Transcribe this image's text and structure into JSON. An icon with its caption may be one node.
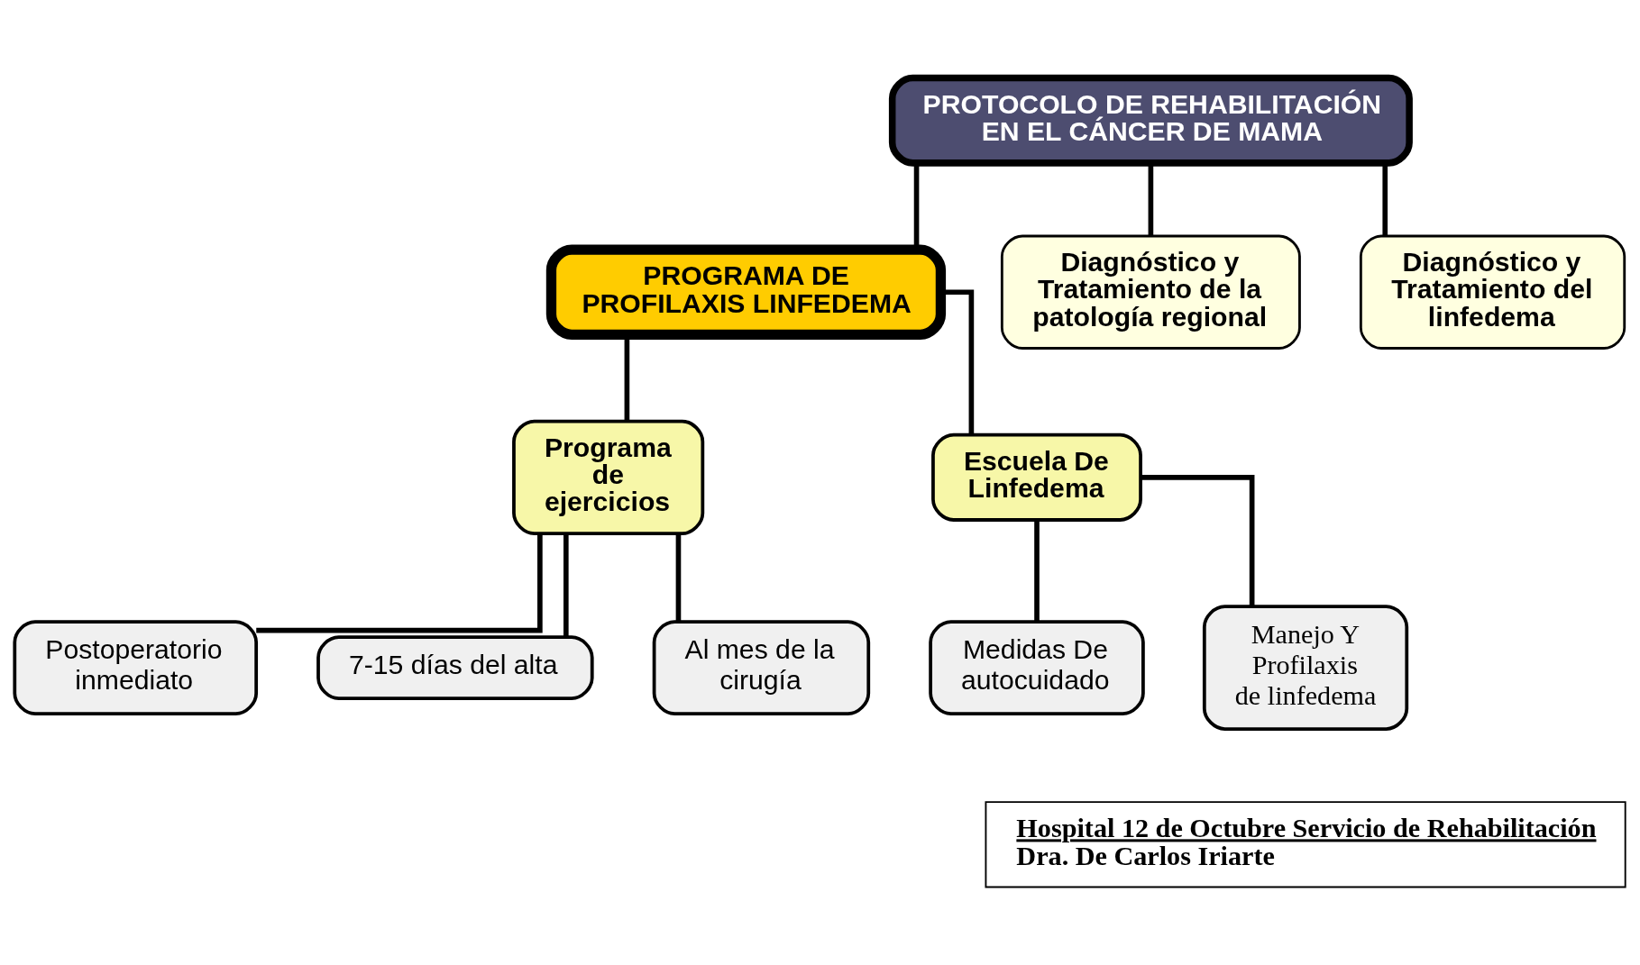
{
  "diagram": {
    "nodes": [
      {
        "text": [
          "PROTOCOLO DE REHABILITACIÓN EN EL CÁNCER DE MAMA"
        ]
      },
      {
        "text": [
          "PROGRAMA DE PROFILAXIS LINFEDEMA"
        ]
      },
      {
        "text": [
          "Diagnóstico y Tratamiento de la patología regional"
        ]
      },
      {
        "text": [
          "Diagnóstico y Tratamiento del linfedema"
        ]
      },
      {
        "text": [
          "Programa de ejercicios"
        ]
      },
      {
        "text": [
          "Escuela De Linfedema"
        ]
      },
      {
        "text": [
          "Postoperatorio inmediato"
        ]
      },
      {
        "text": [
          "7-15 días del alta"
        ]
      },
      {
        "text": [
          "Al mes de la cirugía"
        ]
      },
      {
        "text": [
          "Medidas De autocuidado"
        ]
      },
      {
        "text": [
          "Manejo Y Profilaxis de linfedema"
        ]
      },
      {
        "text": [
          "Hospital 12 de Octubre Servicio de Rehabilitación",
          "Dra. De Carlos Iriarte"
        ]
      }
    ],
    "edges": [
      {
        "from": 0,
        "to": 1,
        "arrow": "none"
      },
      {
        "from": 0,
        "to": 2,
        "arrow": "none"
      },
      {
        "from": 0,
        "to": 3,
        "arrow": "none"
      },
      {
        "from": 1,
        "to": 4,
        "arrow": "none"
      },
      {
        "from": 1,
        "to": 5,
        "arrow": "none"
      },
      {
        "from": 4,
        "to": 6,
        "arrow": "none"
      },
      {
        "from": 4,
        "to": 7,
        "arrow": "none"
      },
      {
        "from": 4,
        "to": 8,
        "arrow": "none"
      },
      {
        "from": 5,
        "to": 9,
        "arrow": "none"
      },
      {
        "from": 5,
        "to": 10,
        "arrow": "none"
      }
    ]
  }
}
